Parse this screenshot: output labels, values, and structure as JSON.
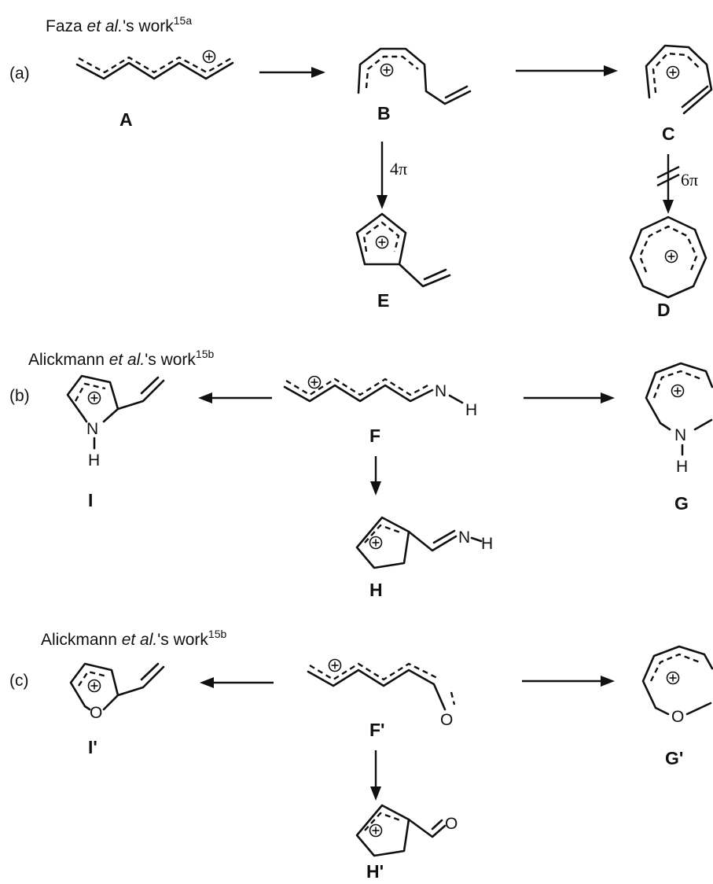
{
  "sections": [
    {
      "letter": "(a)",
      "heading": {
        "pre": "Faza ",
        "italic": "et al.",
        "post": "'s work",
        "ref": "15a"
      }
    },
    {
      "letter": "(b)",
      "heading": {
        "pre": "Alickmann ",
        "italic": "et al.",
        "post": "'s work",
        "ref": "15b"
      }
    },
    {
      "letter": "(c)",
      "heading": {
        "pre": "Alickmann ",
        "italic": "et al.",
        "post": "'s work",
        "ref": "15b"
      }
    }
  ],
  "labels": {
    "A": "A",
    "B": "B",
    "C": "C",
    "D": "D",
    "E": "E",
    "F": "F",
    "G": "G",
    "H": "H",
    "I": "I",
    "Fp": "F'",
    "Gp": "G'",
    "Hp": "H'",
    "Ip": "I'"
  },
  "arrows": {
    "B_to_E": "4π",
    "C_to_D": "6π"
  },
  "atoms": {
    "N": "N",
    "H": "H",
    "O": "O"
  }
}
